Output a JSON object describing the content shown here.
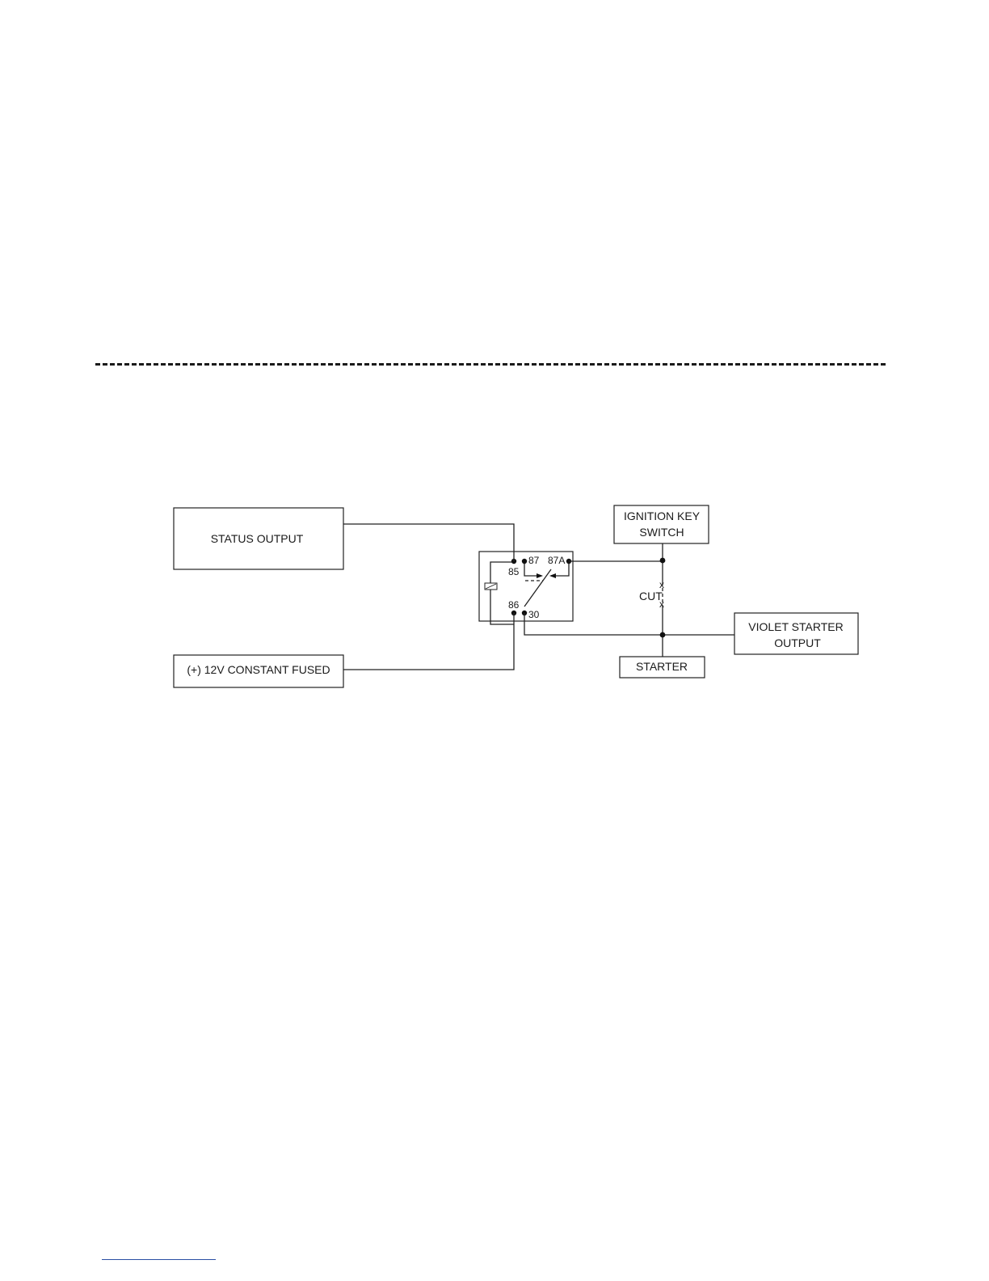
{
  "diagram": {
    "boxes": {
      "status_output": "STATUS OUTPUT",
      "constant_fused": "(+) 12V CONSTANT FUSED",
      "ignition_key_line1": "IGNITION KEY",
      "ignition_key_line2": "SWITCH",
      "violet_line1": "VIOLET STARTER",
      "violet_line2": "OUTPUT",
      "starter": "STARTER"
    },
    "relay_pins": {
      "p85": "85",
      "p86": "86",
      "p87": "87",
      "p87a": "87A",
      "p30": "30"
    },
    "cut_label": "CUT",
    "cut_mark": "x"
  }
}
